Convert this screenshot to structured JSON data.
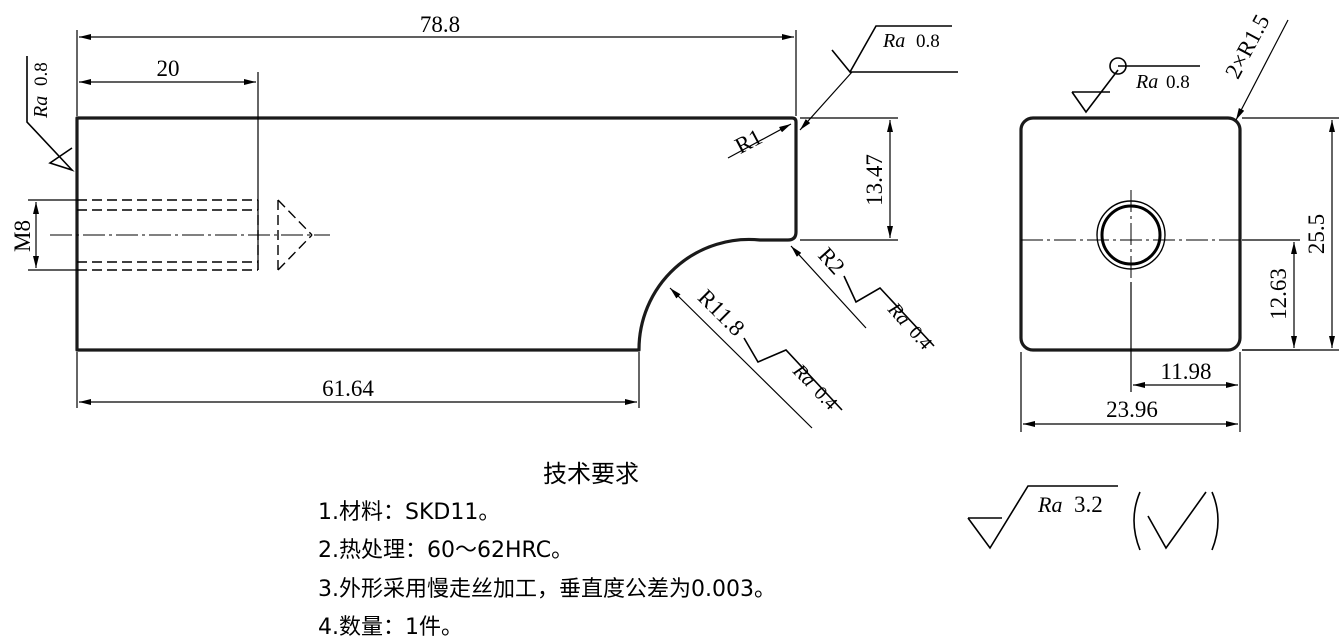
{
  "front_view": {
    "dim_total_length": "78.8",
    "dim_thread_depth": "20",
    "dim_bottom_length": "61.64",
    "dim_step_height": "13.47",
    "label_thread": "M8",
    "label_corner_radius": "R1",
    "label_fillet_radius": "R2",
    "label_arc_radius": "R11.8",
    "rough_left": {
      "sym": "Ra",
      "val": "0.8"
    },
    "rough_top_right": {
      "sym": "Ra",
      "val": "0.8"
    },
    "rough_fillet": {
      "sym": "Ra",
      "val": "0.4"
    },
    "rough_arc": {
      "sym": "Ra",
      "val": "0.4"
    }
  },
  "side_view": {
    "dim_width": "23.96",
    "dim_hole_offset_x": "11.98",
    "dim_hole_offset_y": "12.63",
    "dim_height": "25.5",
    "label_corners": "2×R1.5",
    "rough_top": {
      "sym": "Ra",
      "val": "0.8"
    }
  },
  "general_roughness": {
    "sym": "Ra",
    "val": "3.2"
  },
  "tech_requirements": {
    "title": "技术要求",
    "lines": [
      "1.材料：SKD11。",
      "2.热处理：60～62HRC。",
      "3.外形采用慢走丝加工，垂直度公差为0.003。",
      "4.数量：1件。"
    ]
  }
}
